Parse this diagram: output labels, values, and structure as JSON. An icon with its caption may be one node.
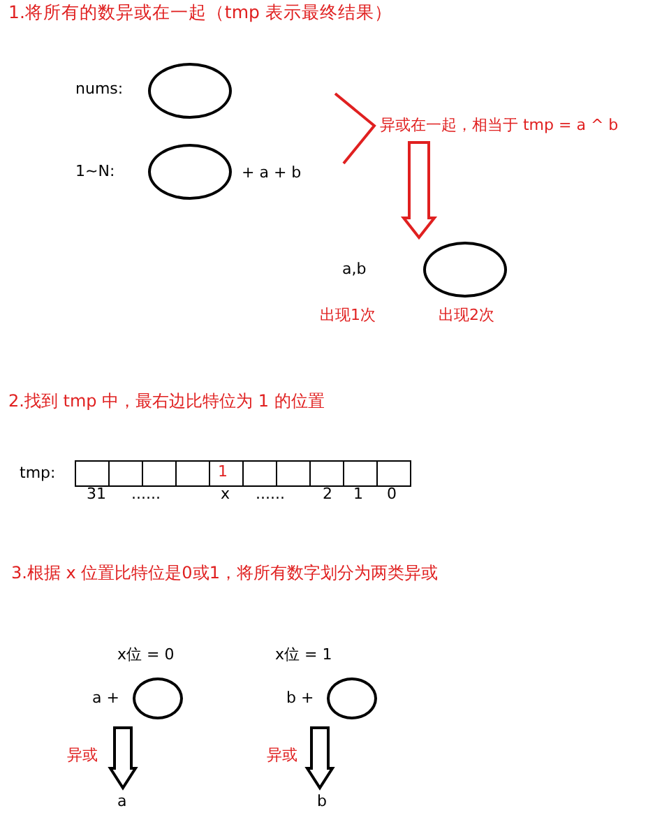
{
  "diagram": {
    "nodes": [
      {
        "text": [],
        "shape": "ellipse"
      },
      {
        "text": [],
        "shape": "ellipse"
      },
      {
        "text": [
          "异或在一起，相当于 tmp = a ^ b"
        ]
      },
      {
        "text": [],
        "shape": "ellipse",
        "beside": [
          "出现2次"
        ]
      },
      {
        "text": [],
        "shape": "ellipse"
      },
      {
        "text": [
          "a"
        ]
      },
      {
        "text": [],
        "shape": "ellipse"
      },
      {
        "text": [
          "b"
        ]
      }
    ],
    "edges": [
      {
        "from": 2,
        "to": 3,
        "arrow": "to",
        "color": "#e02020"
      },
      {
        "from": 4,
        "to": 5,
        "arrow": "to",
        "label": "异或"
      },
      {
        "from": 6,
        "to": 7,
        "arrow": "to",
        "label": "异或"
      }
    ],
    "labels": [
      "1.将所有的数异或在一起（tmp 表示最终结果）",
      "nums:",
      "1~N:",
      "+ a + b",
      "a,b",
      "出现1次",
      "2.找到 tmp 中，最右边比特位为 1 的位置",
      "tmp:",
      "1",
      "31",
      "......",
      "x",
      "......",
      "2",
      "1",
      "0",
      "3.根据 x 位置比特位是0或1，将所有数字划分为两类异或",
      "x位 = 0",
      "x位 = 1",
      "a +",
      "b +"
    ]
  }
}
